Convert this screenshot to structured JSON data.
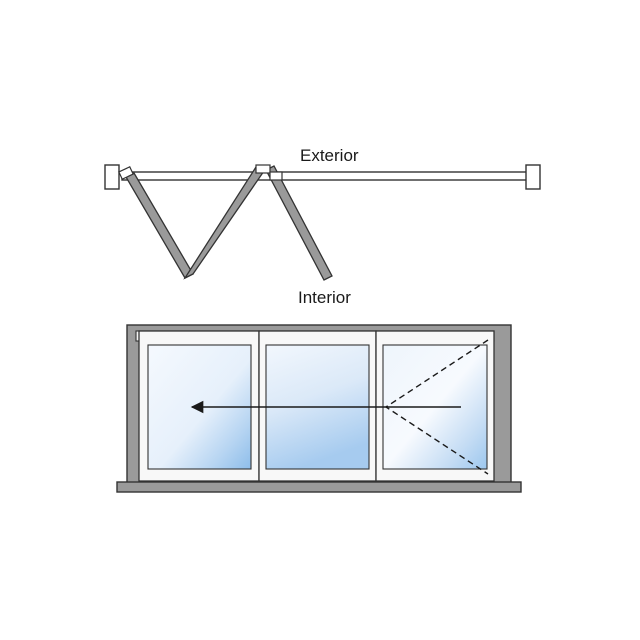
{
  "labels": {
    "exterior": "Exterior",
    "interior": "Interior"
  },
  "elevation": {
    "panel_count": 3,
    "operating_direction": "left"
  },
  "colors": {
    "frame": "#9a9a9a",
    "frame_outline": "#333333",
    "glass_light": "#eef5fc",
    "glass_blue": "#9cc7ee",
    "line": "#1a1a1a"
  }
}
